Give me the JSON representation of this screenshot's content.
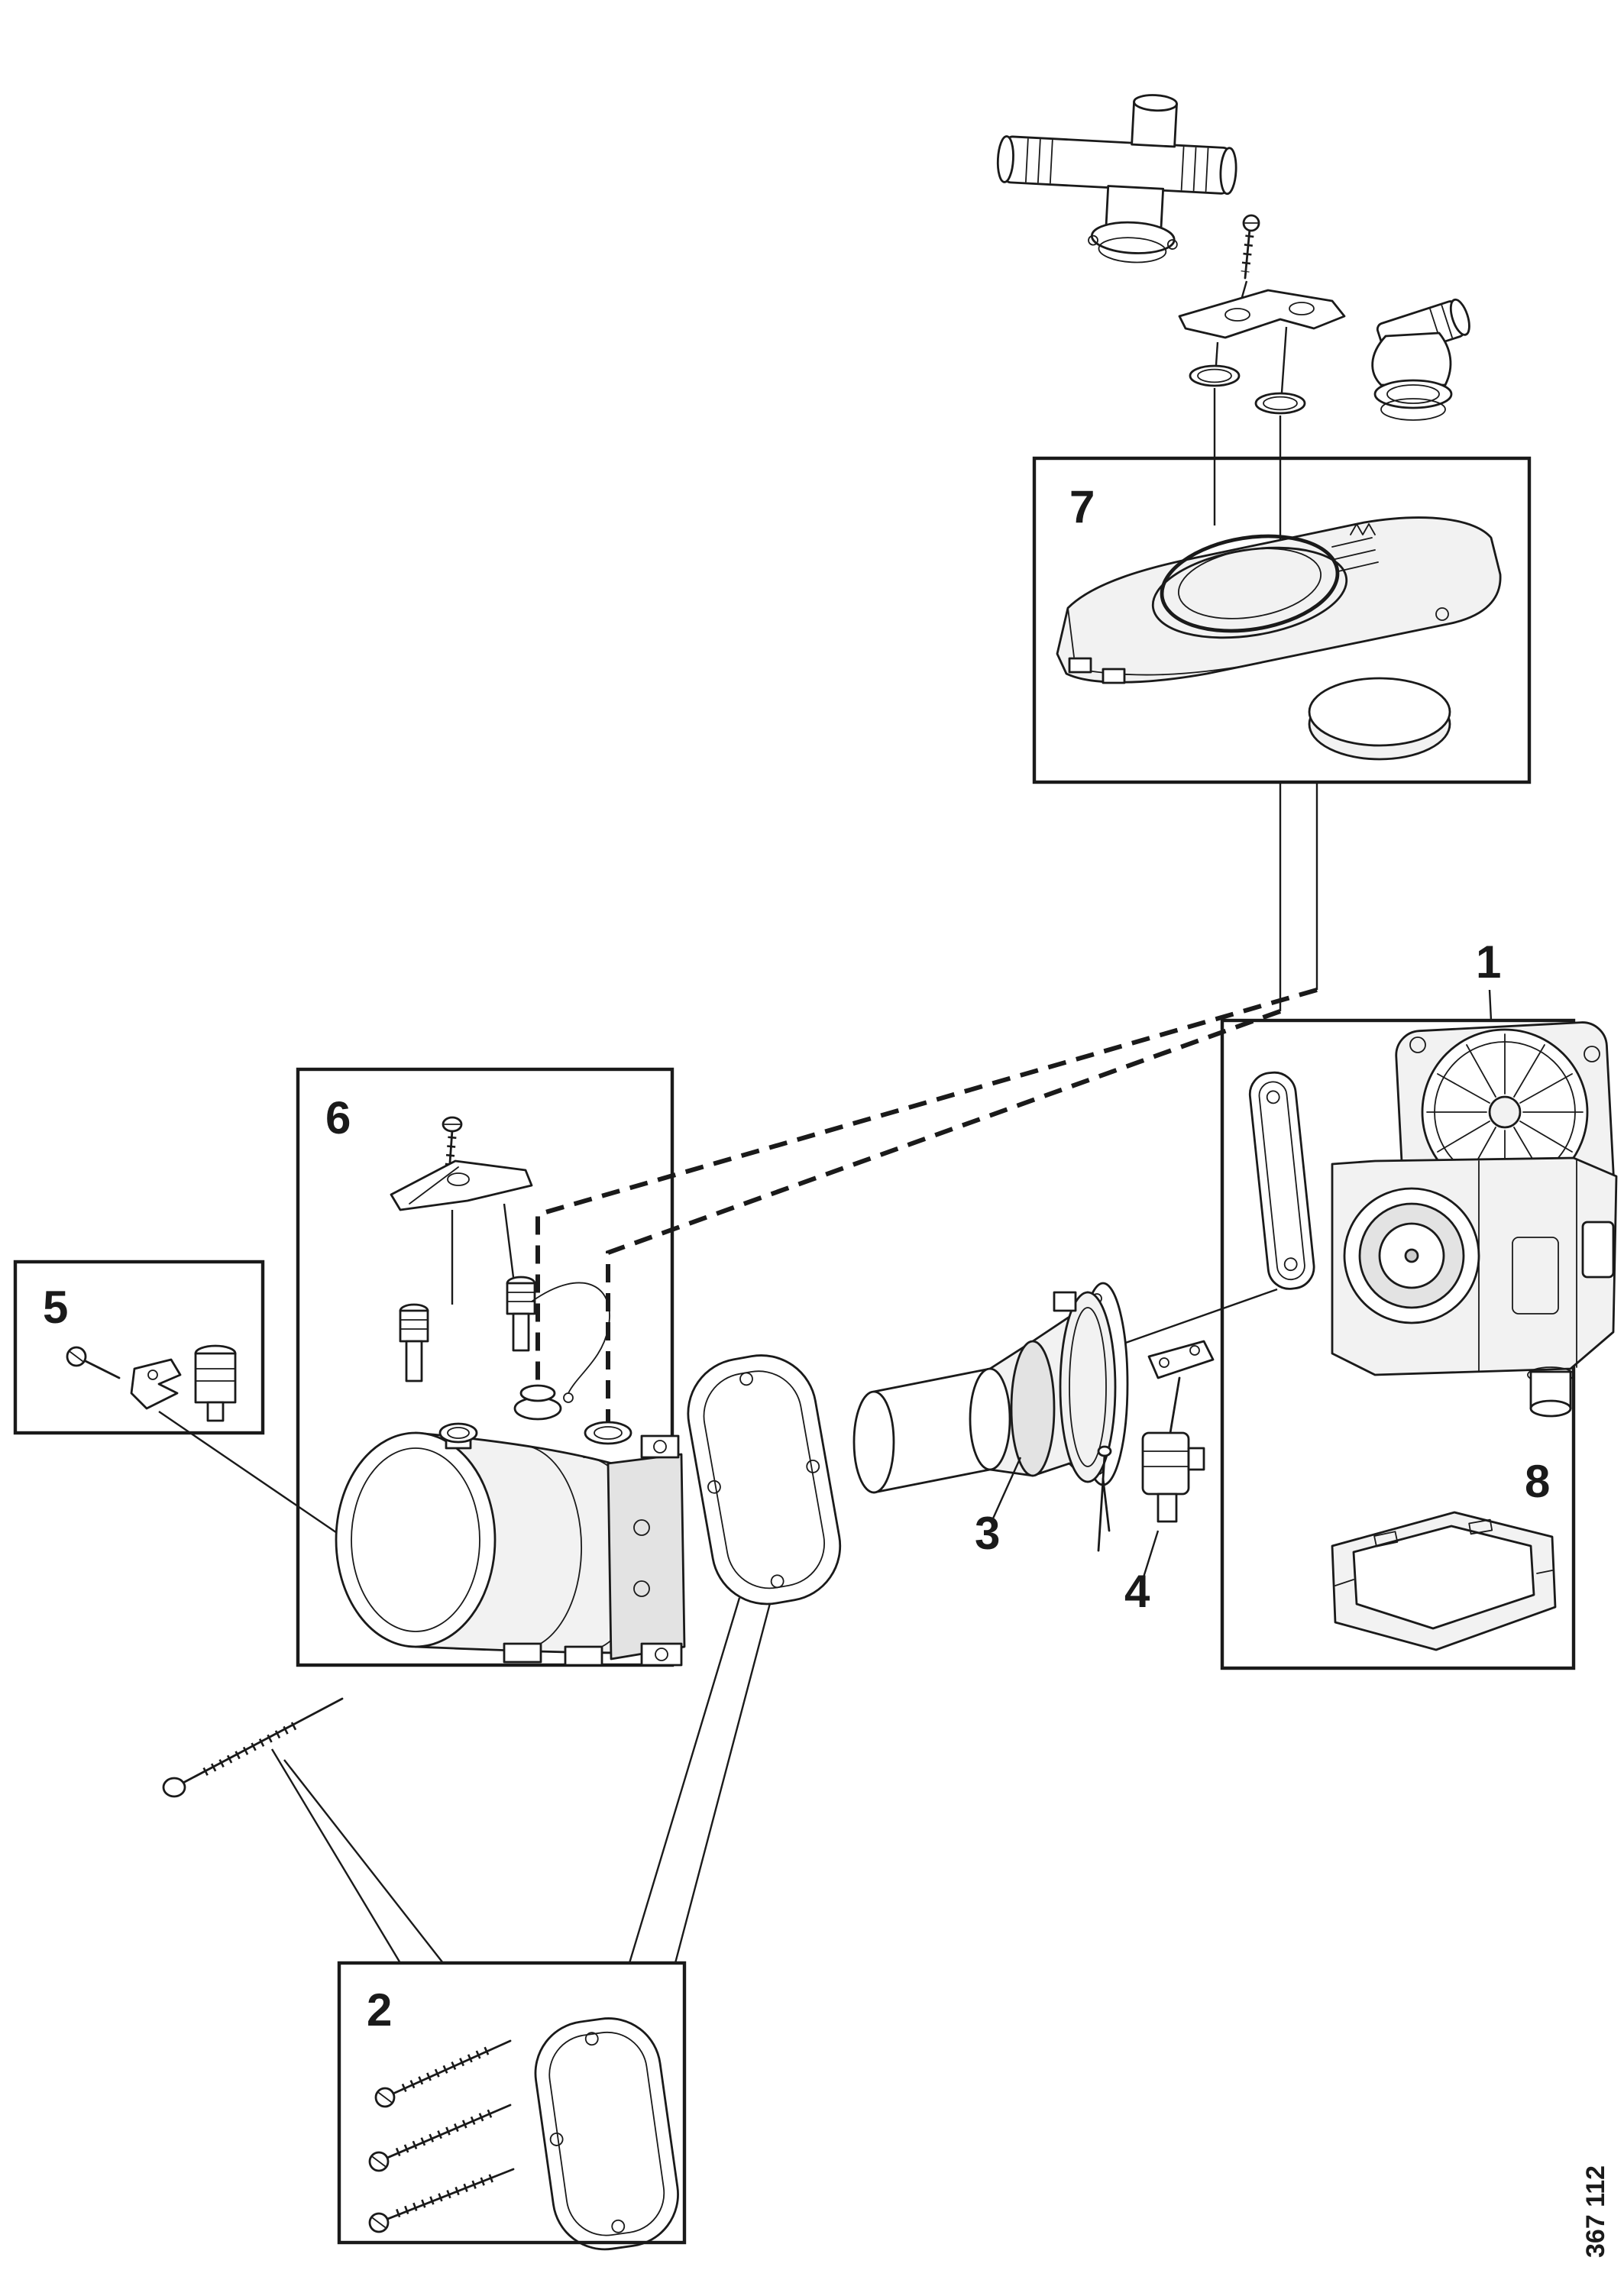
{
  "figure": {
    "reference": "367 112"
  },
  "callouts": {
    "c1": "1",
    "c2": "2",
    "c3": "3",
    "c4": "4",
    "c5": "5",
    "c6": "6",
    "c7": "7",
    "c8": "8"
  },
  "colors": {
    "ink": "#1a1a1a",
    "paper": "#ffffff",
    "part_light": "#f2f2f2",
    "part_mid": "#e3e3e3",
    "part_dark": "#cccccc"
  }
}
